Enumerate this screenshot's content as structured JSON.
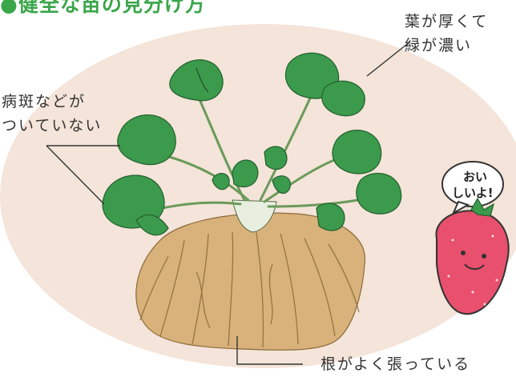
{
  "title": "●健全な苗の見分け方",
  "labels": {
    "leaves_line1": "葉が厚くて",
    "leaves_line2": "緑が濃い",
    "spots_line1": "病斑などが",
    "spots_line2": "ついていない",
    "roots": "根がよく張っている"
  },
  "mascot": {
    "speech_line1": "おい",
    "speech_line2": "しいよ!"
  },
  "colors": {
    "title": "#3aa64a",
    "background_oval": "#f4e4d9",
    "leaf": "#3c9a4c",
    "root": "#c9a66b",
    "strawberry": "#e8506e"
  }
}
